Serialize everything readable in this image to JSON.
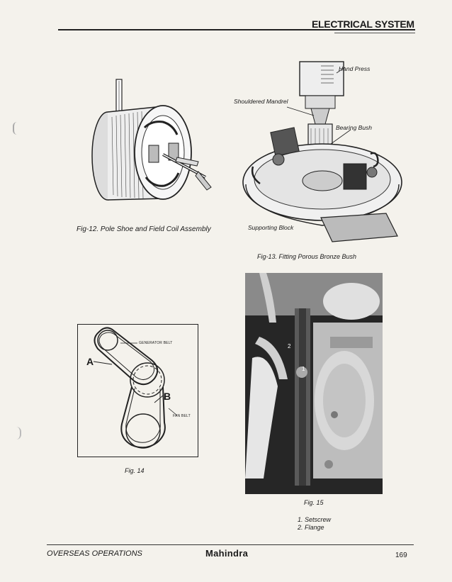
{
  "header": {
    "title": "ELECTRICAL SYSTEM"
  },
  "fig12": {
    "caption": "Fig-12. Pole Shoe and Field Coil Assembly"
  },
  "fig13": {
    "caption": "Fig-13. Fitting Porous Bronze Bush",
    "labels": {
      "hand_press": "Hand Press",
      "shouldered_mandrel": "Shouldered Mandrel",
      "bearing_bush": "Bearing Bush",
      "supporting_block": "Supporting Block"
    }
  },
  "fig14": {
    "caption": "Fig. 14",
    "labels": {
      "generator_belt": "GENERATOR BELT",
      "fan_belt": "FAN BELT",
      "point_a": "A",
      "point_b": "B"
    }
  },
  "fig15": {
    "caption": "Fig. 15",
    "markers": {
      "m1": "1",
      "m2": "2"
    },
    "legend": [
      "1. Setscrew",
      "2. Flange"
    ]
  },
  "footer": {
    "left": "OVERSEAS OPERATIONS",
    "brand": "Mahindra",
    "page_number": "169"
  }
}
